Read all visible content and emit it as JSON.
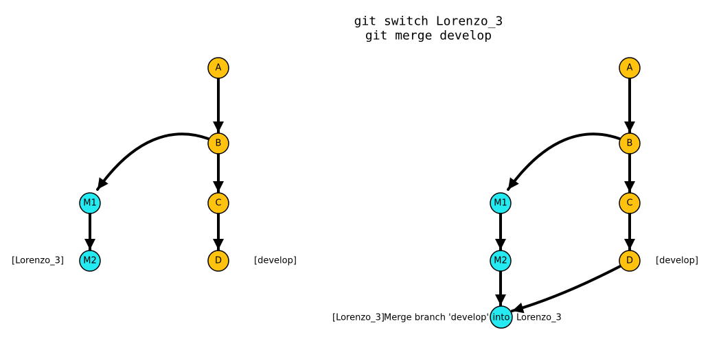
{
  "title": {
    "line1": "git switch Lorenzo_3",
    "line2": "git merge develop"
  },
  "colors": {
    "background": "#ffffff",
    "develop_commit_fill": "#FFC20E",
    "branch_commit_fill": "#26EAF2",
    "node_border": "#000000",
    "arrow": "#000000",
    "text": "#000000"
  },
  "left_graph": {
    "nodes": [
      {
        "id": "A",
        "label": "A",
        "color": "#FFC20E"
      },
      {
        "id": "B",
        "label": "B",
        "color": "#FFC20E"
      },
      {
        "id": "C",
        "label": "C",
        "color": "#FFC20E"
      },
      {
        "id": "D",
        "label": "D",
        "color": "#FFC20E"
      },
      {
        "id": "M1",
        "label": "M1",
        "color": "#26EAF2"
      },
      {
        "id": "M2",
        "label": "M2",
        "color": "#26EAF2"
      }
    ],
    "edges": [
      {
        "from": "A",
        "to": "B"
      },
      {
        "from": "B",
        "to": "M1"
      },
      {
        "from": "B",
        "to": "C"
      },
      {
        "from": "M1",
        "to": "M2"
      },
      {
        "from": "C",
        "to": "D"
      }
    ],
    "branch_labels": {
      "lorenzo": "[Lorenzo_3]",
      "develop": "[develop]"
    }
  },
  "right_graph": {
    "nodes": [
      {
        "id": "A",
        "label": "A",
        "color": "#FFC20E"
      },
      {
        "id": "B",
        "label": "B",
        "color": "#FFC20E"
      },
      {
        "id": "C",
        "label": "C",
        "color": "#FFC20E"
      },
      {
        "id": "D",
        "label": "D",
        "color": "#FFC20E"
      },
      {
        "id": "M1",
        "label": "M1",
        "color": "#26EAF2"
      },
      {
        "id": "M2",
        "label": "M2",
        "color": "#26EAF2"
      },
      {
        "id": "M3",
        "color": "#26EAF2"
      }
    ],
    "edges": [
      {
        "from": "A",
        "to": "B"
      },
      {
        "from": "B",
        "to": "M1"
      },
      {
        "from": "B",
        "to": "C"
      },
      {
        "from": "M1",
        "to": "M2"
      },
      {
        "from": "C",
        "to": "D"
      },
      {
        "from": "M2",
        "to": "M3"
      },
      {
        "from": "D",
        "to": "M3"
      }
    ],
    "branch_labels": {
      "lorenzo": "[Lorenzo_3]",
      "develop": "[develop]"
    },
    "merge_message": {
      "full": "Merge branch 'develop' into Lorenzo_3",
      "before": "Merge branch 'develop'",
      "inside": "into",
      "after": "Lorenzo_3"
    }
  }
}
